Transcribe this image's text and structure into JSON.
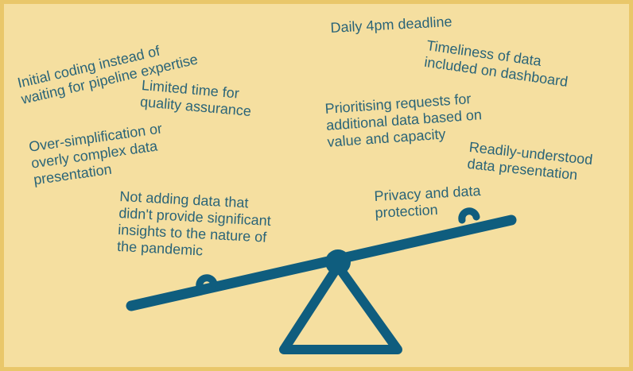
{
  "left_items": [
    {
      "lines": [
        "Initial coding instead of",
        "waiting for pipeline expertise"
      ]
    },
    {
      "lines": [
        "Limited time for",
        "quality assurance"
      ]
    },
    {
      "lines": [
        "Over-simplification or",
        "overly complex data",
        "presentation"
      ]
    },
    {
      "lines": [
        "Not adding data that",
        "didn't provide significant",
        "insights to the nature of",
        "the pandemic"
      ]
    }
  ],
  "right_items": [
    {
      "lines": [
        "Daily 4pm deadline"
      ]
    },
    {
      "lines": [
        "Timeliness of data",
        "included on dashboard"
      ]
    },
    {
      "lines": [
        "Prioritising requests for",
        "additional data based on",
        "value and capacity"
      ]
    },
    {
      "lines": [
        "Readily-understood",
        "data presentation"
      ]
    },
    {
      "lines": [
        "Privacy and data",
        "protection"
      ]
    }
  ],
  "colors": {
    "background": "#f5dfa0",
    "border": "#e9c76a",
    "text": "#2a6478",
    "seesaw": "#0f5d7e"
  }
}
